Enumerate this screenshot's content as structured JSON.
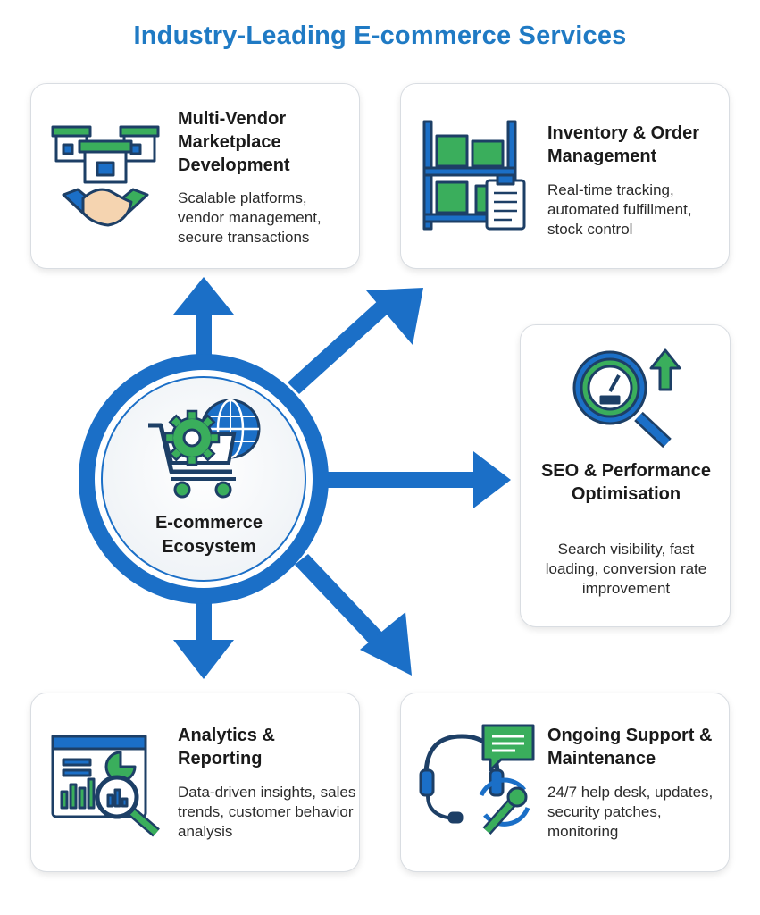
{
  "title": "Industry-Leading E-commerce Services",
  "hub": {
    "label": "E-commerce Ecosystem",
    "icon": "cart-gear-globe-icon"
  },
  "colors": {
    "accent": "#1f7ac4",
    "arrow": "#1b6fc7",
    "green": "#3aae5c",
    "navy": "#1d3f66"
  },
  "services": [
    {
      "title": "Multi-Vendor Marketplace Development",
      "desc": "Scalable platforms, vendor management, secure transactions",
      "icon": "marketplace-handshake-icon"
    },
    {
      "title": "Inventory & Order Management",
      "desc": "Real-time tracking, automated fulfillment, stock control",
      "icon": "warehouse-clipboard-icon"
    },
    {
      "title": "SEO & Performance Optimisation",
      "desc": "Search visibility, fast loading, conversion rate improvement",
      "icon": "speedometer-magnifier-icon"
    },
    {
      "title": "Analytics & Reporting",
      "desc": "Data-driven insights, sales trends, customer behavior analysis",
      "icon": "dashboard-magnifier-icon"
    },
    {
      "title": "Ongoing Support & Maintenance",
      "desc": "24/7 help desk, updates, security patches, monitoring",
      "icon": "headset-wrench-icon"
    }
  ]
}
